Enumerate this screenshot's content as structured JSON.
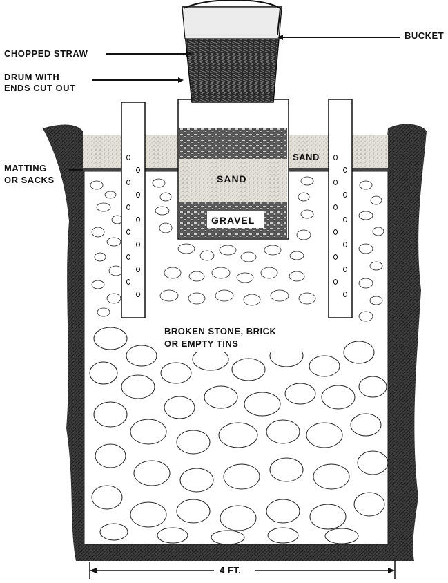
{
  "labels": {
    "bucket": "BUCKET",
    "chopped_straw": "CHOPPED STRAW",
    "drum_line1": "DRUM WITH",
    "drum_line2": "ENDS CUT OUT",
    "matting_line1": "MATTING",
    "matting_line2": "OR SACKS",
    "sand_top": "SAND",
    "sand_drum": "SAND",
    "gravel": "GRAVEL",
    "stone_line1": "BROKEN STONE, BRICK",
    "stone_line2": "OR EMPTY TINS",
    "width": "4 FT."
  },
  "colors": {
    "ink": "#111111",
    "earth": "#3a3a3a",
    "sand": "#d9d6cc",
    "paper": "#ffffff"
  }
}
